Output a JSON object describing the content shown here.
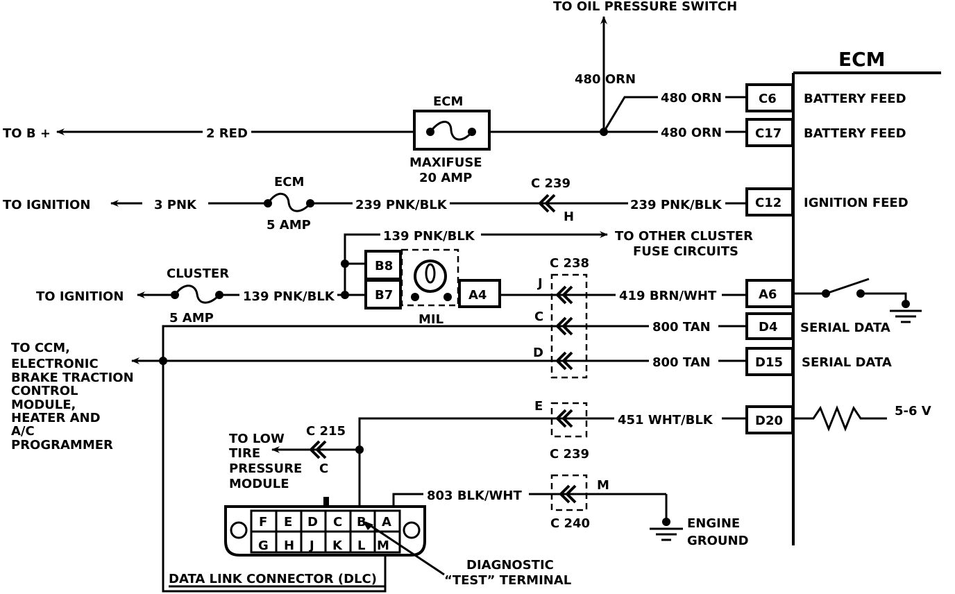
{
  "ecm": {
    "title": "ECM",
    "pins": [
      {
        "id": "C6",
        "function": "BATTERY FEED",
        "wire": "480 ORN"
      },
      {
        "id": "C17",
        "function": "BATTERY FEED",
        "wire": "480 ORN"
      },
      {
        "id": "C12",
        "function": "IGNITION FEED",
        "wire": "239 PNK/BLK"
      },
      {
        "id": "A6",
        "function": "",
        "wire": "419 BRN/WHT"
      },
      {
        "id": "D4",
        "function": "SERIAL DATA",
        "wire": "800 TAN"
      },
      {
        "id": "D15",
        "function": "SERIAL DATA",
        "wire": "800 TAN"
      },
      {
        "id": "D20",
        "function": "",
        "wire": "451 WHT/BLK"
      }
    ],
    "voltage": "5-6 V"
  },
  "labels": {
    "oil_pressure": "TO OIL PRESSURE SWITCH",
    "oil_wire": "480 ORN",
    "to_bplus": "TO B +",
    "red_wire": "2 RED",
    "maxifuse_top": "ECM",
    "maxifuse_bottom1": "MAXIFUSE",
    "maxifuse_bottom2": "20 AMP",
    "to_ignition1": "TO IGNITION",
    "pnk_wire": "3 PNK",
    "ecm_fuse_top": "ECM",
    "ecm_fuse_bottom": "5 AMP",
    "c239_top": "C 239",
    "c239_pin": "H",
    "other_cluster_wire": "139 PNK/BLK",
    "other_cluster1": "TO OTHER CLUSTER",
    "other_cluster2": "FUSE CIRCUITS",
    "b8": "B8",
    "b7": "B7",
    "a4": "A4",
    "mil": "MIL",
    "c238": "C 238",
    "pin_j": "J",
    "pin_c": "C",
    "pin_d": "D",
    "pin_e": "E",
    "c239_bottom": "C 239",
    "cluster_top": "CLUSTER",
    "cluster_bottom": "5 AMP",
    "to_ignition2": "TO IGNITION",
    "cluster_wire": "139 PNK/BLK",
    "to_ccm": [
      "TO CCM,",
      "ELECTRONIC",
      "BRAKE TRACTION",
      "CONTROL",
      "MODULE,",
      "HEATER AND",
      "A/C",
      "PROGRAMMER"
    ],
    "to_low_tire": [
      "TO LOW",
      "TIRE",
      "PRESSURE",
      "MODULE"
    ],
    "c215": "C 215",
    "c215_pin": "C",
    "blk_wire": "803 BLK/WHT",
    "c240": "C 240",
    "pin_m": "M",
    "engine_ground": [
      "ENGINE",
      "GROUND"
    ],
    "dlc": "DATA LINK CONNECTOR (DLC)",
    "diagnostic": [
      "DIAGNOSTIC",
      "“TEST” TERMINAL"
    ]
  },
  "dlc_pins": {
    "top": [
      "F",
      "E",
      "D",
      "C",
      "B",
      "A"
    ],
    "bottom": [
      "G",
      "H",
      "J",
      "K",
      "L",
      "M"
    ]
  }
}
